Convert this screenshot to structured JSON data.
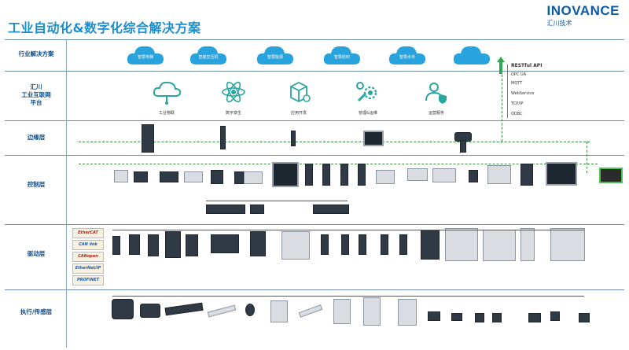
{
  "header": {
    "title": "工业自动化&数字化综合解决方案",
    "brand_logo": "INOVANCE",
    "brand_cn": "汇川技术"
  },
  "layers": [
    {
      "id": "industry",
      "label": "行业解决方案"
    },
    {
      "id": "iot",
      "label": "汇川\n工业互联网\n平台"
    },
    {
      "id": "edge",
      "label": "边缘层"
    },
    {
      "id": "control",
      "label": "控制层"
    },
    {
      "id": "drive",
      "label": "驱动层"
    },
    {
      "id": "actuator",
      "label": "执行/传感层"
    }
  ],
  "industry_solutions": [
    "智慧电梯",
    "智能空压机",
    "智慧能源",
    "智慧纺织",
    "智慧水务",
    ""
  ],
  "platform_apps": [
    "工业物联",
    "数字孪生",
    "应用开发",
    "管理&运维",
    "运营服务"
  ],
  "protocols": [
    "RESTful API",
    "OPC UA",
    "MQTT",
    "WebService",
    "TCP/IP",
    "ODBC"
  ],
  "fieldbus_logos": [
    "EtherCAT",
    "CAN link",
    "CANopen",
    "EtherNet/IP",
    "PROFINET"
  ],
  "colors": {
    "title": "#1a8fd0",
    "brand": "#0c5aa6",
    "cloud": "#29a3dd",
    "icon": "#2aa6a0",
    "dashed": "#3c8a3c"
  }
}
